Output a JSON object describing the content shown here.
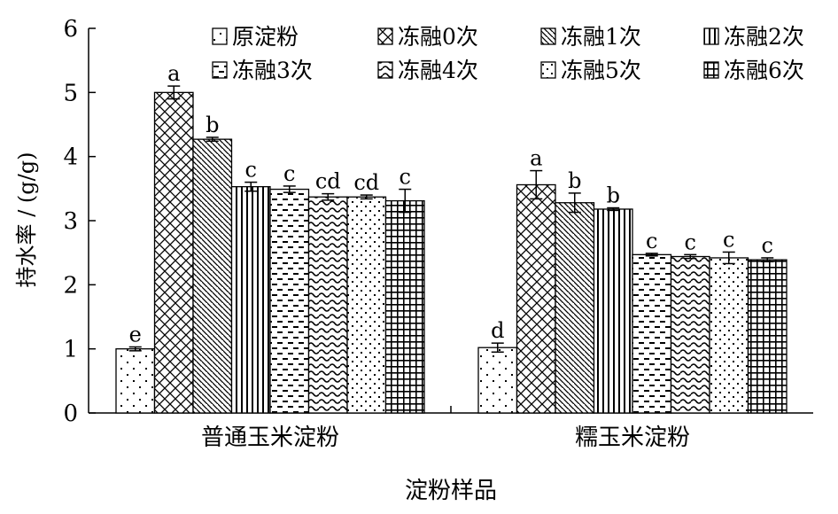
{
  "chart_data": {
    "type": "bar",
    "xlabel": "淀粉样品",
    "ylabel": "持水率 / (g/g)",
    "ylim": [
      0,
      6
    ],
    "yticks": [
      "0",
      "1",
      "2",
      "3",
      "4",
      "5",
      "6"
    ],
    "categories": [
      "普通玉米淀粉",
      "糯玉米淀粉"
    ],
    "legend_position": "top",
    "series": [
      {
        "name": "原淀粉",
        "pattern": "dots",
        "values": [
          1.0,
          1.02
        ],
        "errors": [
          0.03,
          0.07
        ],
        "labels": [
          "e",
          "d"
        ]
      },
      {
        "name": "冻融0次",
        "pattern": "lattice",
        "values": [
          5.0,
          3.56
        ],
        "errors": [
          0.1,
          0.22
        ],
        "labels": [
          "a",
          "a"
        ]
      },
      {
        "name": "冻融1次",
        "pattern": "diagonal",
        "values": [
          4.27,
          3.28
        ],
        "errors": [
          0.03,
          0.15
        ],
        "labels": [
          "b",
          "b"
        ]
      },
      {
        "name": "冻融2次",
        "pattern": "vertical",
        "values": [
          3.53,
          3.18
        ],
        "errors": [
          0.07,
          0.02
        ],
        "labels": [
          "c",
          "b"
        ]
      },
      {
        "name": "冻融3次",
        "pattern": "dashes",
        "values": [
          3.49,
          2.47
        ],
        "errors": [
          0.05,
          0.02
        ],
        "labels": [
          "c",
          "c"
        ]
      },
      {
        "name": "冻融4次",
        "pattern": "waves",
        "values": [
          3.37,
          2.44
        ],
        "errors": [
          0.05,
          0.03
        ],
        "labels": [
          "cd",
          "c"
        ]
      },
      {
        "name": "冻融5次",
        "pattern": "sparse",
        "values": [
          3.37,
          2.42
        ],
        "errors": [
          0.03,
          0.09
        ],
        "labels": [
          "cd",
          "c"
        ]
      },
      {
        "name": "冻融6次",
        "pattern": "grid",
        "values": [
          3.31,
          2.39
        ],
        "errors": [
          0.18,
          0.03
        ],
        "labels": [
          "c",
          "c"
        ]
      }
    ]
  }
}
